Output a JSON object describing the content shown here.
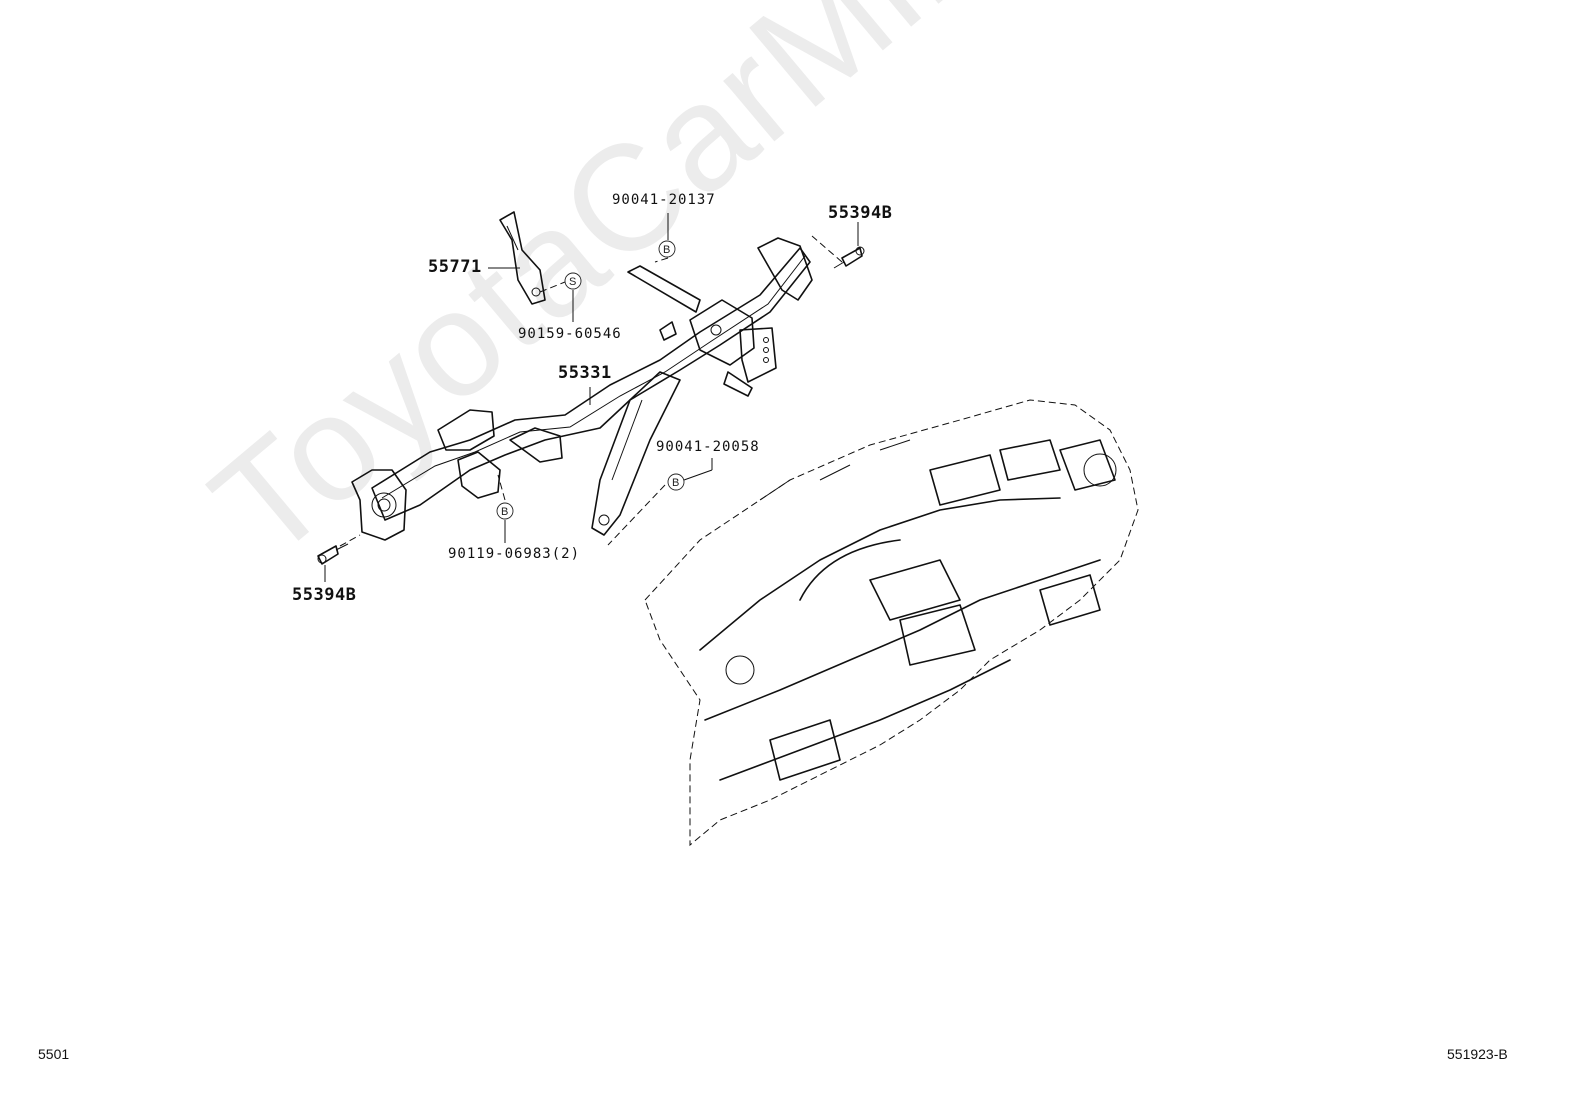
{
  "watermark": "ToyotaCarMine.ru",
  "callouts": {
    "p90041_20137": "90041-20137",
    "p55394B_top": "55394B",
    "p55771": "55771",
    "p90159_60546": "90159-60546",
    "p55331": "55331",
    "p90041_20058": "90041-20058",
    "p90119_06983": "90119-06983(2)",
    "p55394B_bottom": "55394B"
  },
  "symbols": {
    "bolt_b": "B",
    "screw_s": "S"
  },
  "footer": {
    "left": "5501",
    "right": "551923-B"
  }
}
